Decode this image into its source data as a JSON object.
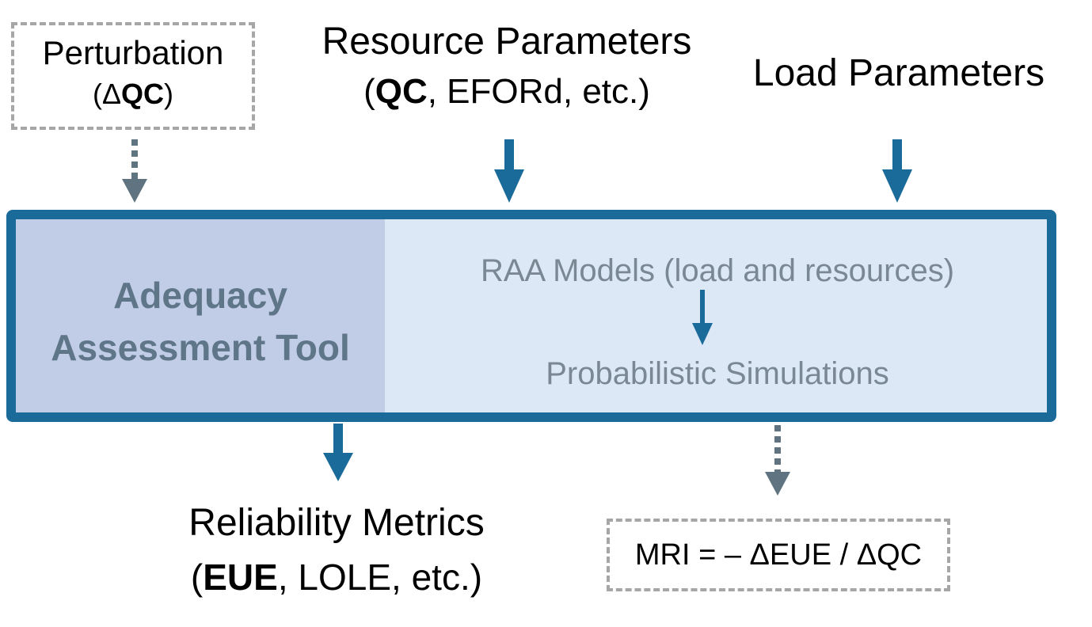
{
  "inputs": {
    "perturbation": {
      "title": "Perturbation",
      "open": "(",
      "delta": "Δ",
      "bold": "QC",
      "close": ")"
    },
    "resource": {
      "title": "Resource Parameters",
      "open": "(",
      "bold": "QC",
      "rest": ", EFORd, etc.)"
    },
    "load": {
      "title": "Load Parameters"
    }
  },
  "tool": {
    "name_line1": "Adequacy",
    "name_line2": "Assessment Tool",
    "models": "RAA Models (load and resources)",
    "simulations": "Probabilistic Simulations"
  },
  "outputs": {
    "reliability": {
      "title": "Reliability Metrics",
      "open": "(",
      "bold": "EUE",
      "rest": ", LOLE, etc.)"
    },
    "mri": {
      "formula": "MRI = – ΔEUE / ΔQC"
    }
  },
  "colors": {
    "accent_blue": "#1b6b9a",
    "dashed_arrow_gray": "#5f7480",
    "dashed_border_gray": "#a6a6a6",
    "tool_left_fill": "#c1cce6",
    "tool_right_fill": "#dce8f6"
  }
}
